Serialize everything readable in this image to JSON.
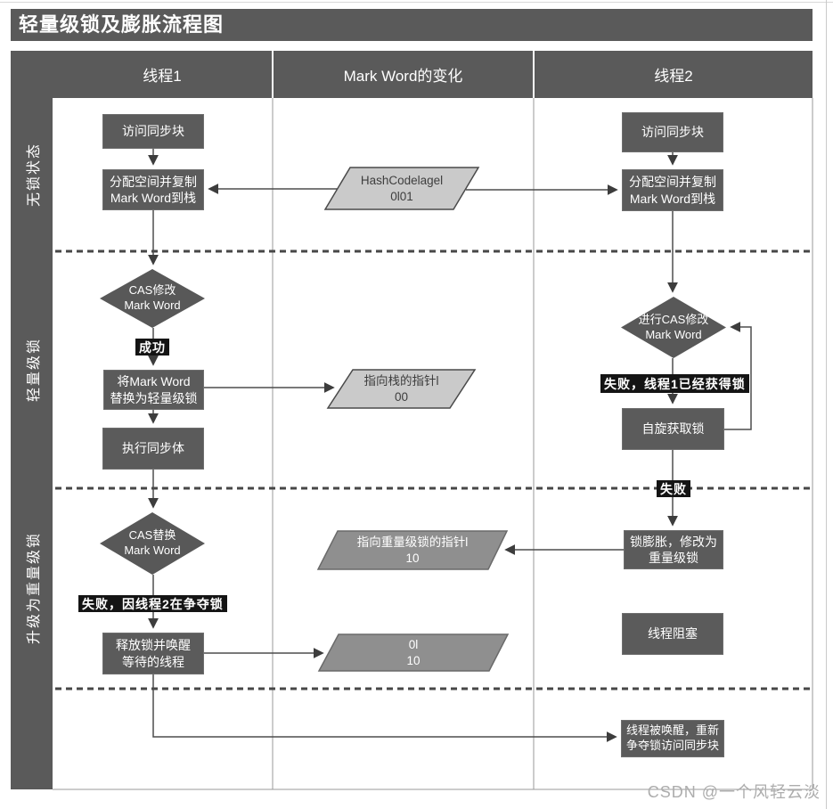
{
  "page": {
    "title": "轻量级锁及膨胀流程图",
    "watermark": "CSDN @一个风轻云淡"
  },
  "header": {
    "col1": "线程1",
    "col2": "Mark Word的变化",
    "col3": "线程2"
  },
  "sections": {
    "s1": "无锁状态",
    "s2": "轻量级锁",
    "s3": "升级为重量级锁"
  },
  "thread1": {
    "access": "访问同步块",
    "alloc": "分配空间并复制\nMark Word到栈",
    "cas_modify": "CAS修改\nMark Word",
    "success": "成功",
    "replace": "将Mark Word\n替换为轻量级锁",
    "execute": "执行同步体",
    "cas_replace": "CAS替换\nMark Word",
    "fail_contend": "失败，因线程2在争夺锁",
    "release": "释放锁并唤醒\n等待的线程"
  },
  "markword": {
    "hashcode": "HashCodelagel\n0l01",
    "stack_ptr": "指向栈的指针l\n00",
    "heavy_ptr": "指向重量级锁的指针l\n10",
    "bits": "0l\n10"
  },
  "thread2": {
    "access": "访问同步块",
    "alloc": "分配空间并复制\nMark Word到栈",
    "cas_modify": "进行CAS修改\nMark Word",
    "fail_got": "失败，线程1已经获得锁",
    "spin": "自旋获取锁",
    "fail": "失败",
    "inflate": "锁膨胀，修改为\n重量级锁",
    "block": "线程阻塞",
    "wakeup": "线程被唤醒，重新\n争夺锁访问同步块"
  },
  "colors": {
    "node": "#5b5b5b",
    "chrome": "#5a5a5a",
    "light_parallelogram": "#cacaca",
    "mid_parallelogram": "#8f8f8f",
    "label_bg": "#141414",
    "line": "#4d4d4d"
  }
}
